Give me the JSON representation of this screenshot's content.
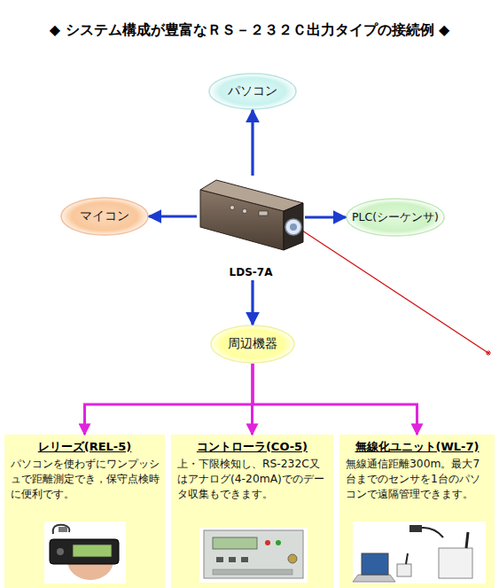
{
  "diagram": {
    "title": "◆ システム構成が豊富なＲＳ－２３２Ｃ出力タイプの接続例 ◆",
    "nodes": [
      {
        "text": [
          "パソコン"
        ]
      },
      {
        "text": [
          "マイコン"
        ]
      },
      {
        "text": [
          "LDS-7A"
        ]
      },
      {
        "text": [
          "PLC(シーケンサ)"
        ]
      },
      {
        "text": [
          "周辺機器"
        ]
      },
      {
        "text": [
          "レリーズ(REL-5)",
          "パソコンを使わずにワンプッシュで距離測定でき，保守点検時に便利です。"
        ]
      },
      {
        "text": [
          "コントローラ(CO-5)",
          "上・下限検知し、RS-232C又はアナログ(4-20mA)でのデータ収集もできます。"
        ]
      },
      {
        "text": [
          "無線化ユニット(WL-7)",
          "無線通信距離300m。最大7台までのセンサを1台のパソコンで遠隔管理できます。"
        ]
      }
    ],
    "edges": [
      {
        "from": 2,
        "to": 0,
        "arrow": "to"
      },
      {
        "from": 2,
        "to": 1,
        "arrow": "to"
      },
      {
        "from": 2,
        "to": 3,
        "arrow": "to"
      },
      {
        "from": 2,
        "to": 4,
        "arrow": "to"
      },
      {
        "from": 4,
        "to": 5,
        "arrow": "to"
      },
      {
        "from": 4,
        "to": 6,
        "arrow": "to"
      },
      {
        "from": 4,
        "to": 7,
        "arrow": "to"
      }
    ]
  }
}
